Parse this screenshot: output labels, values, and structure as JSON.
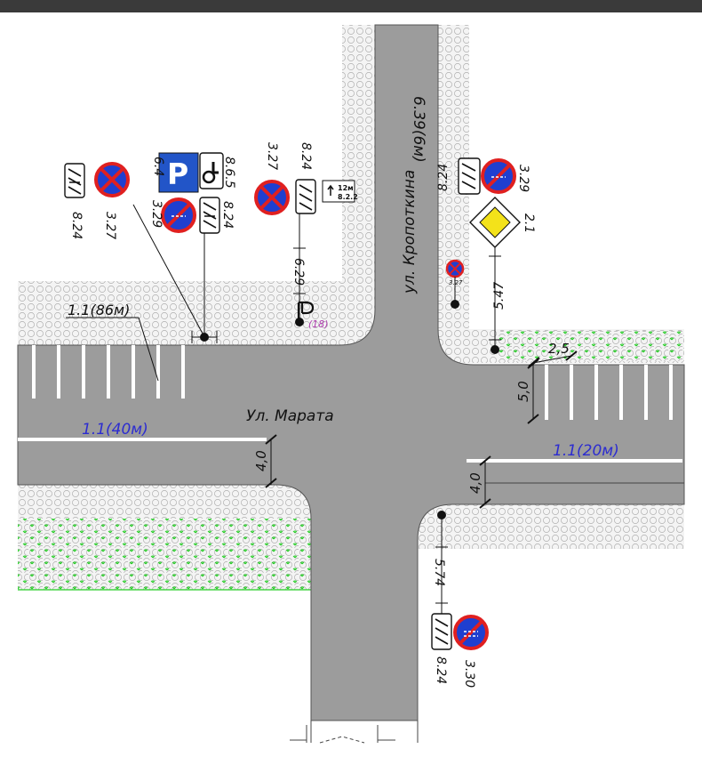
{
  "streets": {
    "vertical": "ул. Кропоткина",
    "horizontal": "Ул. Марата"
  },
  "top_road_label": "6.39(6м)",
  "markings": {
    "left_parking": "1.1(86м)",
    "left_lane": "1.1(40м)",
    "right_lane": "1.1(20м)"
  },
  "dimensions": {
    "lane_left": "4,0",
    "lane_right": "4,0",
    "parking_width": "5,0",
    "parking_spacing": "2,5",
    "d629": "6.29",
    "d547": "5.47",
    "d574": "5.74"
  },
  "signs": {
    "s824_a": "8.24",
    "s327_a": "3.27",
    "s64": "6.4",
    "s865": "8.6.5",
    "s329_a": "3.29",
    "s824_b": "8.24",
    "s327_b": "3.27",
    "s824_c": "8.24",
    "plate_822_value": "12м",
    "plate_822_code": "8.2.2",
    "s824_d": "8.24",
    "s329_b": "3.29",
    "s21": "2.1",
    "s327_small": "3.27",
    "s824_e": "8.24",
    "s330": "3.30",
    "parking_letter": "P",
    "callout_18": "(18)"
  },
  "colors": {
    "road": "#9c9c9c",
    "sign_red": "#e02020",
    "sign_blue": "#1f3fd0",
    "parking_blue": "#2255c8",
    "priority_yellow": "#f3e21a",
    "grass": "#22cc22",
    "dim_blue": "#2c2cd0",
    "callout": "#b03fb0"
  },
  "icons": [
    "tow-truck-icon",
    "wheelchair-icon",
    "arrow-up-icon"
  ]
}
